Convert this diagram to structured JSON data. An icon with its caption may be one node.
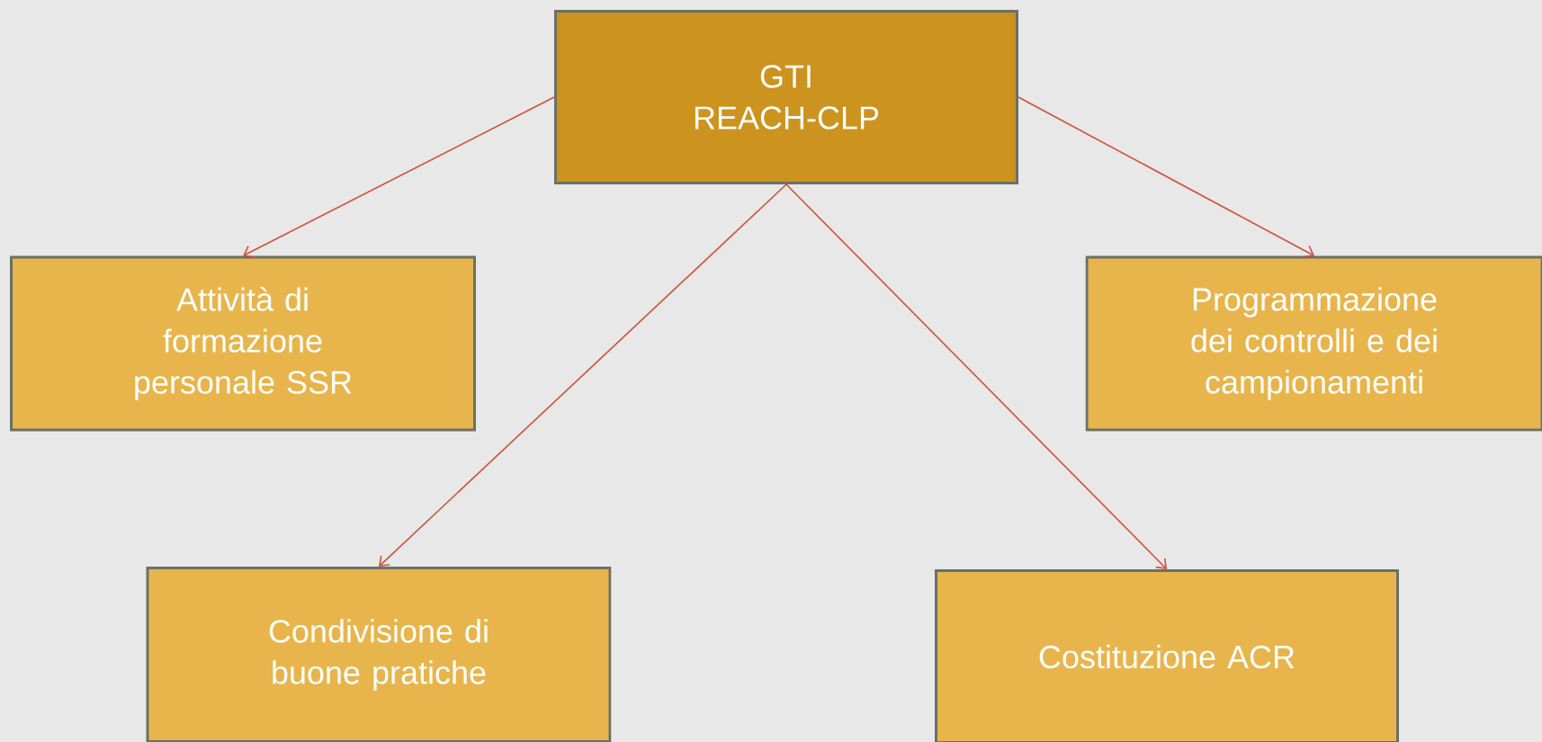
{
  "diagram": {
    "nodes": [
      {
        "text": [
          "GTI",
          "REACH-CLP"
        ]
      },
      {
        "text": [
          "Attività di formazione personale SSR"
        ]
      },
      {
        "text": [
          "Programmazione dei controlli e dei campionamenti"
        ]
      },
      {
        "text": [
          "Condivisione di buone pratiche"
        ]
      },
      {
        "text": [
          "Costituzione ACR"
        ]
      }
    ],
    "edges": [
      {
        "from": 0,
        "to": 1,
        "arrow": "to"
      },
      {
        "from": 0,
        "to": 2,
        "arrow": "to"
      },
      {
        "from": 0,
        "to": 3,
        "arrow": "to"
      },
      {
        "from": 0,
        "to": 4,
        "arrow": "to"
      }
    ]
  }
}
